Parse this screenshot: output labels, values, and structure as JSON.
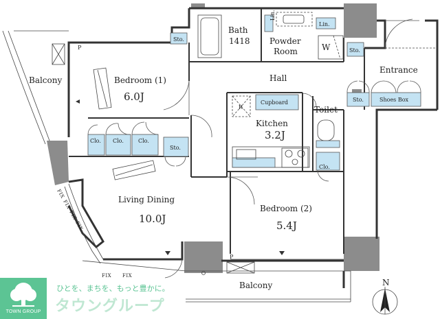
{
  "rooms": {
    "balcony_west": "Balcony",
    "bedroom1_name": "Bedroom (1)",
    "bedroom1_size": "6.0J",
    "bath_name": "Bath",
    "bath_size": "1418",
    "powder_line1": "Powder",
    "powder_line2": "Room",
    "hall": "Hall",
    "entrance": "Entrance",
    "kitchen_name": "Kitchen",
    "kitchen_size": "3.2J",
    "toilet": "Toilet",
    "living_name": "Living Dining",
    "living_size": "10.0J",
    "bedroom2_name": "Bedroom (2)",
    "bedroom2_size": "5.4J",
    "balcony_south": "Balcony"
  },
  "storage": {
    "sto_top": "Sto.",
    "sto_bed1": "Sto.",
    "sto_powder": "Sto.",
    "sto_entrance": "Sto.",
    "shoes_box": "Shoes Box",
    "clo_1": "Clo.",
    "clo_2": "Clo.",
    "clo_3": "Clo.",
    "clo_toilet": "Clo.",
    "lin_left": "Lin.",
    "lin_right": "Lin.",
    "cupboard": "Cupboard",
    "w": "W",
    "r": "R",
    "p_top": "P",
    "p_bottom": "P"
  },
  "fix_labels": {
    "diag": [
      "FIX",
      "FIX",
      "FIX",
      "FIX"
    ],
    "bottom_1": "FIX",
    "bottom_2": "FIX"
  },
  "compass": {
    "north": "N"
  },
  "brand": {
    "logo_text": "TOWN GROUP",
    "slogan": "ひとを、まちを、もっと豊かに。",
    "name": "タウングループ"
  },
  "colors": {
    "wall": "#8c8c8c",
    "storage_blue": "#c4e3f3",
    "brand_green": "#5cc494"
  }
}
